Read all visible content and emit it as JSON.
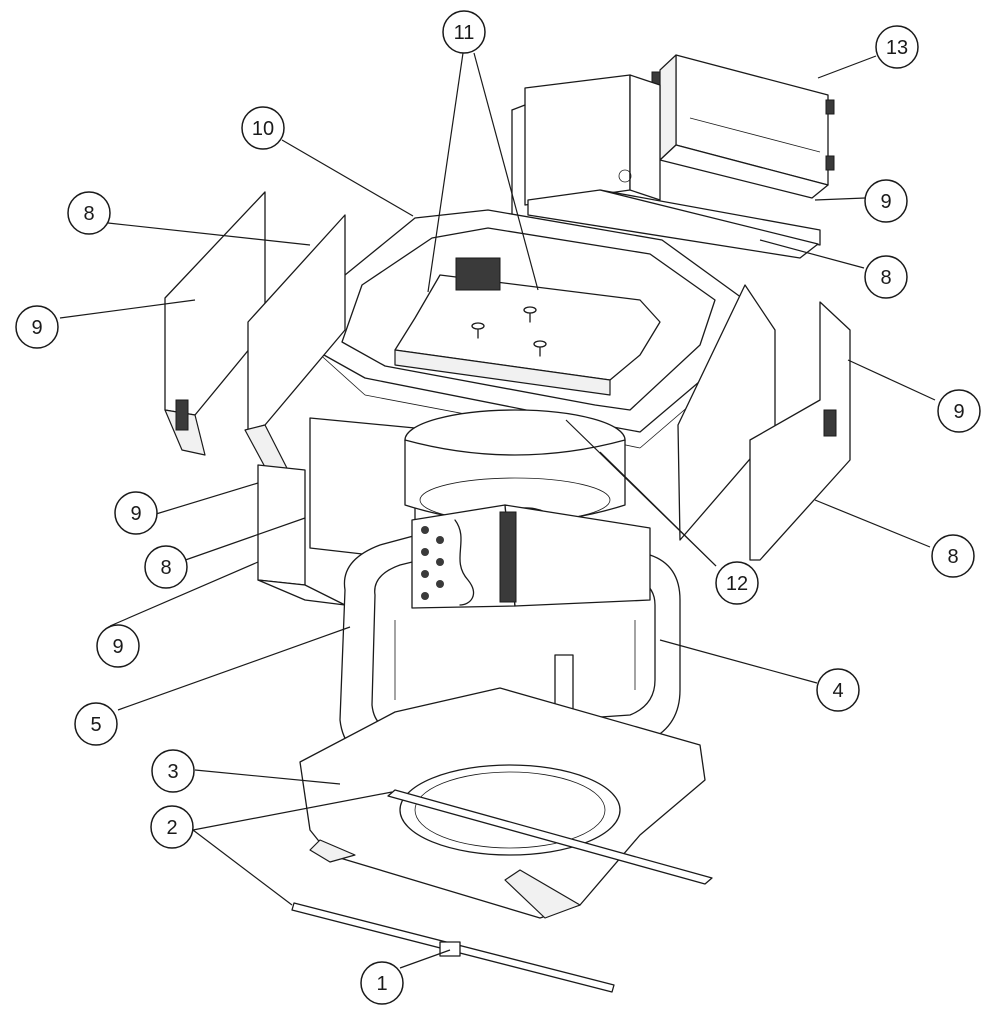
{
  "callouts": [
    {
      "id": "c1",
      "label": "1"
    },
    {
      "id": "c2",
      "label": "2"
    },
    {
      "id": "c3",
      "label": "3"
    },
    {
      "id": "c4",
      "label": "4"
    },
    {
      "id": "c5",
      "label": "5"
    },
    {
      "id": "c8a",
      "label": "8"
    },
    {
      "id": "c8b",
      "label": "8"
    },
    {
      "id": "c8c",
      "label": "8"
    },
    {
      "id": "c8d",
      "label": "8"
    },
    {
      "id": "c9a",
      "label": "9"
    },
    {
      "id": "c9b",
      "label": "9"
    },
    {
      "id": "c9c",
      "label": "9"
    },
    {
      "id": "c9d",
      "label": "9"
    },
    {
      "id": "c9e",
      "label": "9"
    },
    {
      "id": "c10",
      "label": "10"
    },
    {
      "id": "c11",
      "label": "11"
    },
    {
      "id": "c12",
      "label": "12"
    },
    {
      "id": "c13",
      "label": "13"
    }
  ]
}
